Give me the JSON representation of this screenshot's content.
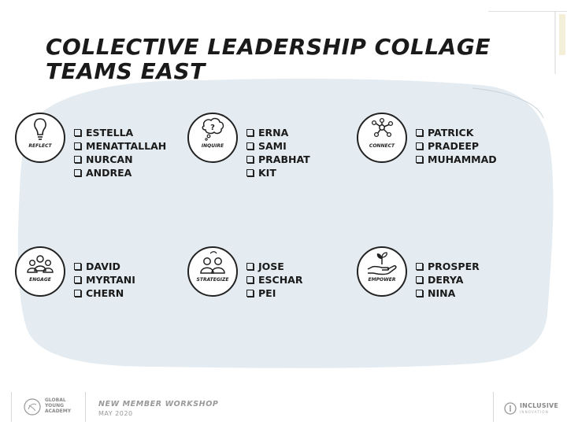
{
  "title": {
    "line1": "COLLECTIVE LEADERSHIP COLLAGE",
    "line2": "TEAMS EAST"
  },
  "teams": [
    {
      "label": "REFLECT",
      "icon": "lightbulb-icon",
      "members": [
        "ESTELLA",
        "MENATTALLAH",
        "NURCAN",
        "ANDREA"
      ]
    },
    {
      "label": "INQUIRE",
      "icon": "thought-bubble-icon",
      "members": [
        "ERNA",
        "SAMI",
        "PRABHAT",
        "KIT"
      ]
    },
    {
      "label": "CONNECT",
      "icon": "network-nodes-icon",
      "members": [
        "PATRICK",
        "PRADEEP",
        "MUHAMMAD"
      ]
    },
    {
      "label": "ENGAGE",
      "icon": "group-of-people-icon",
      "members": [
        "DAVID",
        "MYRTANI",
        "CHERN"
      ]
    },
    {
      "label": "STRATEGIZE",
      "icon": "two-people-icon",
      "members": [
        "JOSE",
        "ESCHAR",
        "PEI"
      ]
    },
    {
      "label": "EMPOWER",
      "icon": "hand-with-plant-icon",
      "members": [
        "PROSPER",
        "DERYA",
        "NINA"
      ]
    }
  ],
  "footer": {
    "left_logo_lines": [
      "GLOBAL",
      "YOUNG",
      "ACADEMY"
    ],
    "workshop": "NEW MEMBER WORKSHOP",
    "date": "MAY 2020",
    "right_logo_title": "INCLUSIVE",
    "right_logo_sub": "INNOVATION"
  },
  "colors": {
    "background_blob": "#e4ecf1",
    "text": "#1a1a1a",
    "footer_text": "#999999"
  }
}
